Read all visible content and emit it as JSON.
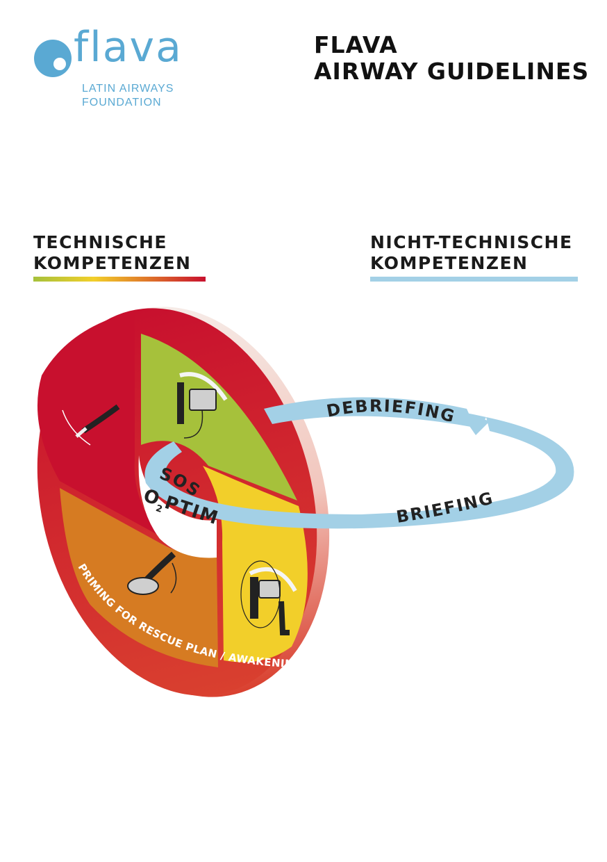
{
  "logo": {
    "wordmark": "flava",
    "subtitle_line1": "LATIN AIRWAYS",
    "subtitle_line2": "FOUNDATION",
    "color": "#5aa9d3"
  },
  "title": {
    "line1": "FLAVA",
    "line2": "AIRWAY GUIDELINES"
  },
  "left_section": {
    "line1": "TECHNISCHE",
    "line2": "KOMPETENZEN"
  },
  "right_section": {
    "line1": "NICHT-TECHNISCHE",
    "line2": "KOMPETENZEN"
  },
  "diagram": {
    "center_top": "SOS",
    "center_main_prefix": "O",
    "center_sub": "2",
    "center_main_suffix": "PTIM",
    "rim_label": "PRIMING FOR RESCUE PLAN / AWAKENING",
    "loop_top": "DEBRIEFING",
    "loop_bottom": "BRIEFING",
    "segments": [
      {
        "name": "scalpel",
        "color": "#c8102e",
        "icon": "scalpel-icon"
      },
      {
        "name": "laryngoscope-green",
        "color": "#a6c13b",
        "icon": "laryngoscope-icon"
      },
      {
        "name": "videolaryngoscope",
        "color": "#f2cf2a",
        "icon": "videolaryngoscope-icon"
      },
      {
        "name": "supraglottic",
        "color": "#d67b22",
        "icon": "supraglottic-airway-icon"
      }
    ],
    "loop_color": "#a3d0e6"
  }
}
